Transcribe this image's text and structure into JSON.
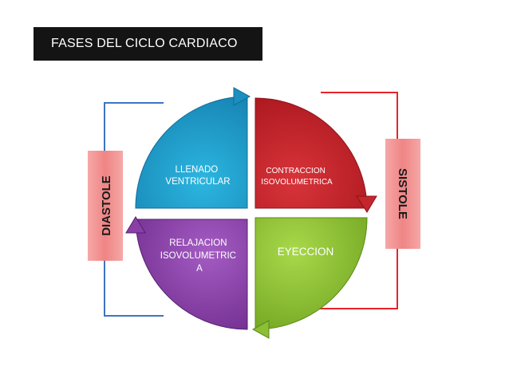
{
  "title": "FASES DEL CICLO CARDIACO",
  "side_labels": {
    "left": "DIASTOLE",
    "right": "SISTOLE"
  },
  "quadrants": {
    "top_left": {
      "lines": [
        "LLENADO",
        "VENTRICULAR"
      ],
      "color": "#1e9ec8"
    },
    "top_right": {
      "lines": [
        "CONTRACCION",
        "ISOVOLUMETRICA"
      ],
      "color": "#c3262c"
    },
    "bottom_right": {
      "lines": [
        "EYECCION"
      ],
      "color": "#8dbf33"
    },
    "bottom_left": {
      "lines": [
        "RELAJACION",
        "ISOVOLUMETRIC",
        "A"
      ],
      "color": "#8a3fa7"
    }
  },
  "colors": {
    "title_bg": "#141414",
    "diastole_panel": "#f08d8d",
    "sistole_panel": "#f08d8d",
    "diastole_bracket": "#3d74c2",
    "sistole_bracket": "#e8242a"
  }
}
